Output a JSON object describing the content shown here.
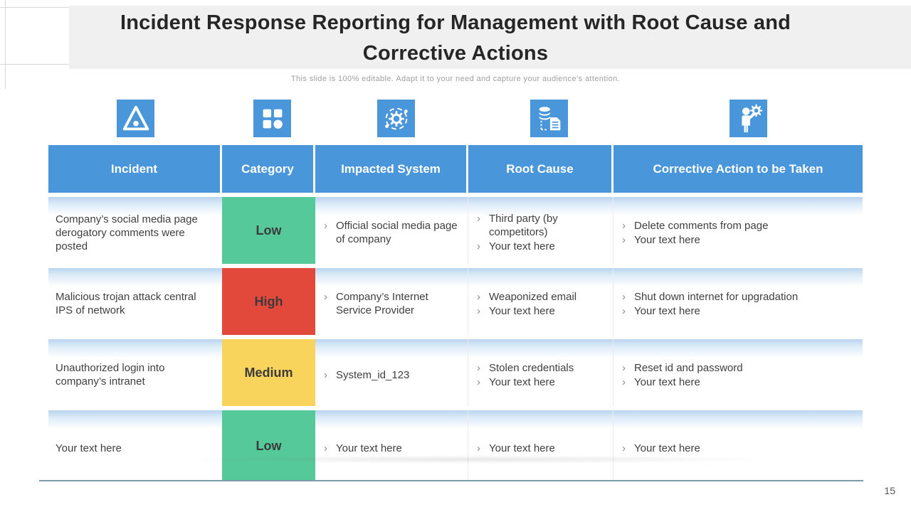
{
  "colors": {
    "accent_blue": "#4a96da",
    "low_green": "#56c99a",
    "high_red": "#e2493b",
    "medium_yellow": "#f9d45c",
    "title_band_gray": "#f0f0f0",
    "table_bottom_line": "#7d9cab"
  },
  "header": {
    "title_line1": "Incident Response Reporting for Management with Root Cause and",
    "title_line2": "Corrective Actions",
    "subtitle": "This slide is 100% editable. Adapt it to your need and capture your audience’s attention."
  },
  "icons": [
    "alert-triangle",
    "category-grid",
    "gear-orbit",
    "database-document",
    "person-gear"
  ],
  "table": {
    "bullet_char": "›",
    "headers": [
      "Incident",
      "Category",
      "Impacted System",
      "Root Cause",
      "Corrective Action to be Taken"
    ],
    "rows": [
      {
        "incident": "Company’s social media page derogatory comments were posted",
        "category": {
          "label": "Low",
          "color": "#56c99a"
        },
        "impacted_system": [
          "Official social media page of company"
        ],
        "root_cause": [
          "Third party (by competitors)",
          "Your text here"
        ],
        "corrective_action": [
          "Delete comments from page",
          "Your text here"
        ]
      },
      {
        "incident": "Malicious trojan attack central IPS of network",
        "category": {
          "label": "High",
          "color": "#e2493b"
        },
        "impacted_system": [
          "Company’s Internet Service Provider"
        ],
        "root_cause": [
          "Weaponized email",
          "Your text here"
        ],
        "corrective_action": [
          "Shut down internet for upgradation",
          "Your text here"
        ]
      },
      {
        "incident": "Unauthorized login into company’s intranet",
        "category": {
          "label": "Medium",
          "color": "#f9d45c"
        },
        "impacted_system": [
          "System_id_123"
        ],
        "root_cause": [
          "Stolen credentials",
          "Your text here"
        ],
        "corrective_action": [
          "Reset id and password",
          "Your text here"
        ]
      },
      {
        "incident": "Your text here",
        "category": {
          "label": "Low",
          "color": "#56c99a"
        },
        "impacted_system": [
          "Your text here"
        ],
        "root_cause": [
          "Your text here"
        ],
        "corrective_action": [
          "Your text here"
        ]
      }
    ]
  },
  "footer": {
    "page_number": "15"
  }
}
